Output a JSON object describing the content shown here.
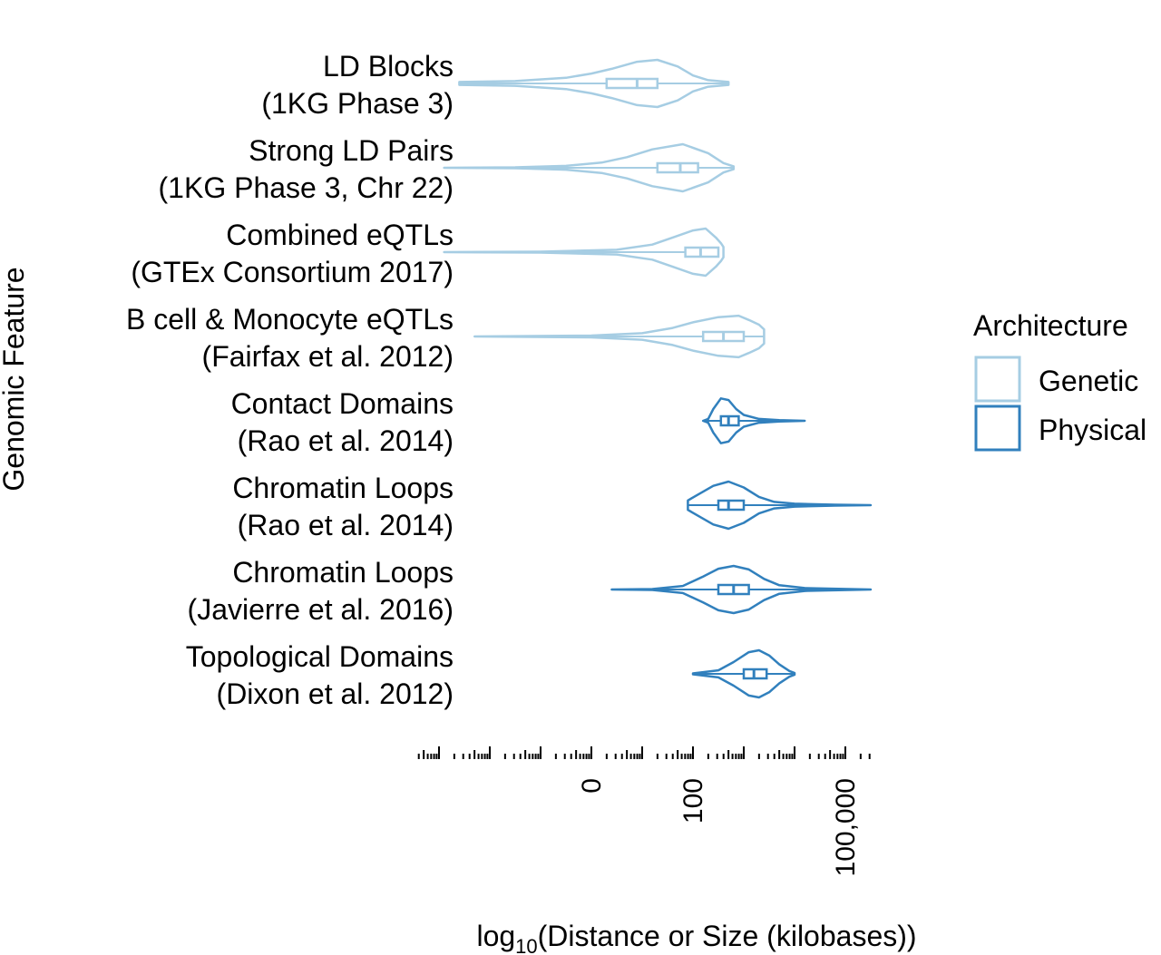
{
  "chart_data": {
    "type": "violin",
    "xlabel_prefix": "log",
    "xlabel_sub": "10",
    "xlabel_rest": "(Distance or Size (kilobases))",
    "ylabel": "Genomic Feature",
    "x_scale": "log10",
    "x_unit": "kilobases",
    "xlim_log10": [
      -3.5,
      5.5
    ],
    "tick_labels": [
      {
        "log10": 0,
        "label": "0"
      },
      {
        "log10": 2,
        "label": "100"
      },
      {
        "log10": 5,
        "label": "100,000"
      }
    ],
    "legend": {
      "title": "Architecture",
      "position": "right",
      "items": [
        {
          "label": "Genetic",
          "color": "#a6cde3"
        },
        {
          "label": "Physical",
          "color": "#3180bd"
        }
      ]
    },
    "features": [
      {
        "line1": "LD Blocks",
        "line2": "(1KG Phase 3)",
        "architecture": "Genetic",
        "min": -2.6,
        "max": 2.7,
        "q1": 0.3,
        "median": 0.9,
        "q3": 1.3,
        "density": [
          [
            -2.6,
            0.06
          ],
          [
            -1.5,
            0.1
          ],
          [
            -0.5,
            0.24
          ],
          [
            0.0,
            0.42
          ],
          [
            0.4,
            0.62
          ],
          [
            0.9,
            0.92
          ],
          [
            1.3,
            1.0
          ],
          [
            1.7,
            0.72
          ],
          [
            2.0,
            0.34
          ],
          [
            2.3,
            0.14
          ],
          [
            2.7,
            0.06
          ]
        ]
      },
      {
        "line1": "Strong LD Pairs",
        "line2": "(1KG Phase 3, Chr 22)",
        "architecture": "Genetic",
        "min": -2.9,
        "max": 2.8,
        "q1": 1.3,
        "median": 1.75,
        "q3": 2.1,
        "density": [
          [
            -2.9,
            0.0
          ],
          [
            -1.5,
            0.02
          ],
          [
            -0.5,
            0.08
          ],
          [
            0.2,
            0.22
          ],
          [
            0.7,
            0.45
          ],
          [
            1.2,
            0.78
          ],
          [
            1.8,
            1.0
          ],
          [
            2.3,
            0.62
          ],
          [
            2.6,
            0.2
          ],
          [
            2.8,
            0.06
          ]
        ]
      },
      {
        "line1": "Combined eQTLs",
        "line2": "(GTEx Consortium 2017)",
        "architecture": "Genetic",
        "min": -2.9,
        "max": 2.4,
        "q1": 1.85,
        "median": 2.15,
        "q3": 2.5,
        "density": [
          [
            -2.9,
            0.0
          ],
          [
            -1.0,
            0.02
          ],
          [
            0.5,
            0.1
          ],
          [
            1.2,
            0.32
          ],
          [
            1.6,
            0.62
          ],
          [
            2.0,
            0.92
          ],
          [
            2.25,
            1.0
          ],
          [
            2.45,
            0.62
          ],
          [
            2.55,
            0.38
          ],
          [
            2.6,
            0.22
          ]
        ]
      },
      {
        "line1": "B cell & Monocyte eQTLs",
        "line2": "(Fairfax et al. 2012)",
        "architecture": "Genetic",
        "min": -2.3,
        "max": 3.4,
        "q1": 2.2,
        "median": 2.6,
        "q3": 3.0,
        "density": [
          [
            -2.3,
            0.0
          ],
          [
            0.0,
            0.04
          ],
          [
            1.0,
            0.14
          ],
          [
            1.6,
            0.36
          ],
          [
            2.0,
            0.6
          ],
          [
            2.5,
            0.82
          ],
          [
            2.9,
            0.88
          ],
          [
            3.1,
            0.7
          ],
          [
            3.3,
            0.5
          ],
          [
            3.4,
            0.3
          ]
        ]
      },
      {
        "line1": "Contact Domains",
        "line2": "(Rao et al. 2014)",
        "architecture": "Physical",
        "min": 2.2,
        "max": 4.2,
        "q1": 2.55,
        "median": 2.7,
        "q3": 2.9,
        "density": [
          [
            2.2,
            0.0
          ],
          [
            2.3,
            0.08
          ],
          [
            2.4,
            0.5
          ],
          [
            2.55,
            0.95
          ],
          [
            2.7,
            0.88
          ],
          [
            2.85,
            0.5
          ],
          [
            3.0,
            0.25
          ],
          [
            3.3,
            0.08
          ],
          [
            3.7,
            0.03
          ],
          [
            4.2,
            0.0
          ]
        ]
      },
      {
        "line1": "Chromatin Loops",
        "line2": "(Rao et al. 2014)",
        "architecture": "Physical",
        "min": 1.9,
        "max": 5.5,
        "q1": 2.5,
        "median": 2.7,
        "q3": 3.0,
        "density": [
          [
            1.9,
            0.2
          ],
          [
            2.1,
            0.45
          ],
          [
            2.4,
            0.82
          ],
          [
            2.7,
            1.0
          ],
          [
            3.0,
            0.75
          ],
          [
            3.3,
            0.35
          ],
          [
            3.6,
            0.14
          ],
          [
            4.0,
            0.06
          ],
          [
            4.8,
            0.02
          ],
          [
            5.5,
            0.0
          ]
        ]
      },
      {
        "line1": "Chromatin Loops",
        "line2": "(Javierre et al. 2016)",
        "architecture": "Physical",
        "min": 0.4,
        "max": 5.5,
        "q1": 2.5,
        "median": 2.8,
        "q3": 3.1,
        "density": [
          [
            0.4,
            0.0
          ],
          [
            1.2,
            0.02
          ],
          [
            1.8,
            0.15
          ],
          [
            2.2,
            0.55
          ],
          [
            2.5,
            0.88
          ],
          [
            2.8,
            1.0
          ],
          [
            3.1,
            0.85
          ],
          [
            3.4,
            0.45
          ],
          [
            3.7,
            0.18
          ],
          [
            4.2,
            0.06
          ],
          [
            5.5,
            0.0
          ]
        ]
      },
      {
        "line1": "Topological Domains",
        "line2": "(Dixon et al. 2012)",
        "architecture": "Physical",
        "min": 2.0,
        "max": 4.0,
        "q1": 3.0,
        "median": 3.2,
        "q3": 3.45,
        "density": [
          [
            2.0,
            0.02
          ],
          [
            2.5,
            0.15
          ],
          [
            2.8,
            0.5
          ],
          [
            3.1,
            0.92
          ],
          [
            3.3,
            1.0
          ],
          [
            3.5,
            0.78
          ],
          [
            3.7,
            0.4
          ],
          [
            3.9,
            0.12
          ],
          [
            4.0,
            0.04
          ]
        ]
      }
    ]
  }
}
